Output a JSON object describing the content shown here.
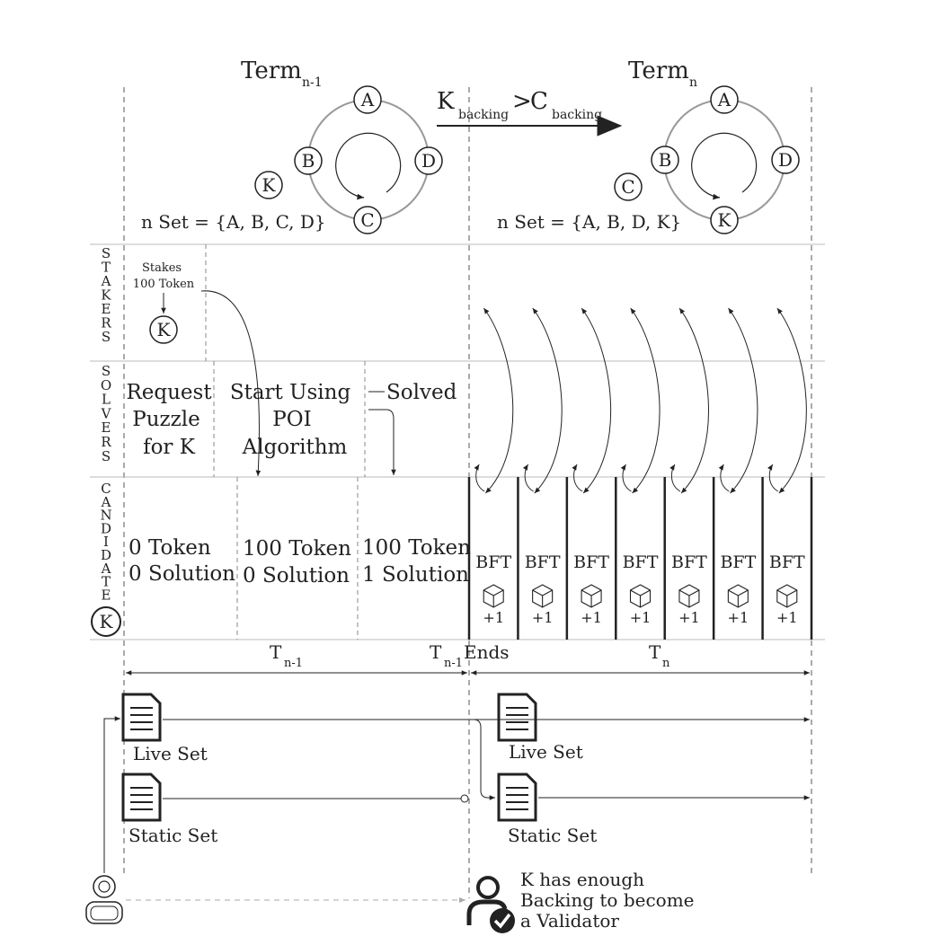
{
  "terms": {
    "prev": {
      "label": "Term",
      "sub": "n-1",
      "nodes": [
        "A",
        "B",
        "C",
        "D"
      ],
      "outside": "K",
      "set_label": "n Set = {A, B, C, D}"
    },
    "next": {
      "label": "Term",
      "sub": "n",
      "nodes": [
        "A",
        "B",
        "K",
        "D"
      ],
      "outside": "C",
      "set_label": "n Set = {A, B, D, K}"
    }
  },
  "transition": {
    "left_main": "K",
    "left_sub": "backing",
    "op": ">",
    "right_main": "C",
    "right_sub": "backing"
  },
  "lanes": {
    "stakers": "STAKERS",
    "solvers": "SOLVERS",
    "candidate": "CANDIDATE",
    "candidate_node": "K"
  },
  "stakers": {
    "stake_line1": "Stakes",
    "stake_line2": "100 Token",
    "node": "K"
  },
  "solvers": {
    "request": [
      "Request",
      "Puzzle",
      "for K"
    ],
    "start": [
      "Start Using",
      "POI",
      "Algorithm"
    ],
    "solved": "Solved"
  },
  "candidate_states": [
    {
      "line1": "0 Token",
      "line2": "0 Solution"
    },
    {
      "line1": "100 Token",
      "line2": "0 Solution"
    },
    {
      "line1": "100 Token",
      "line2": "1 Solution"
    }
  ],
  "bft_blocks": [
    {
      "label": "BFT",
      "reward": "+1"
    },
    {
      "label": "BFT",
      "reward": "+1"
    },
    {
      "label": "BFT",
      "reward": "+1"
    },
    {
      "label": "BFT",
      "reward": "+1"
    },
    {
      "label": "BFT",
      "reward": "+1"
    },
    {
      "label": "BFT",
      "reward": "+1"
    },
    {
      "label": "BFT",
      "reward": "+1"
    }
  ],
  "timeline": {
    "t_prev": "T",
    "t_prev_sub": "n-1",
    "t_end": "T",
    "t_end_sub": "n-1",
    "t_end_word": "Ends",
    "t_next": "T",
    "t_next_sub": "n"
  },
  "sets": {
    "live_left": "Live Set",
    "static_left": "Static Set",
    "live_right": "Live Set",
    "static_right": "Static Set"
  },
  "validator_note": [
    "K has enough",
    "Backing to become",
    "a Validator"
  ]
}
